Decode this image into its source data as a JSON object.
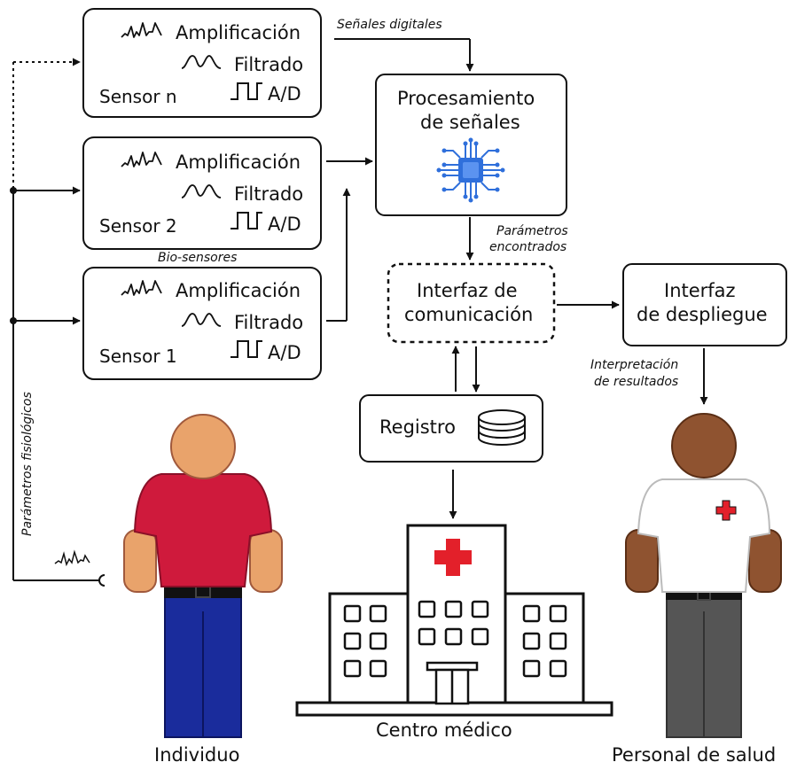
{
  "sensors": [
    {
      "name": "Sensor n",
      "steps": [
        "Amplificación",
        "Filtrado",
        "A/D"
      ]
    },
    {
      "name": "Sensor 2",
      "steps": [
        "Amplificación",
        "Filtrado",
        "A/D"
      ]
    },
    {
      "name": "Sensor 1",
      "steps": [
        "Amplificación",
        "Filtrado",
        "A/D"
      ]
    }
  ],
  "labels": {
    "digital_signals": "Señales digitales",
    "biosensors": "Bio-sensores",
    "physio_params": "Parámetros fisiológicos",
    "found_params_1": "Parámetros",
    "found_params_2": "encontrados",
    "interpretation_1": "Interpretación",
    "interpretation_2": "de resultados"
  },
  "blocks": {
    "processing_1": "Procesamiento",
    "processing_2": "de señales",
    "comm_1": "Interfaz de",
    "comm_2": "comunicación",
    "display_1": "Interfaz",
    "display_2": "de despliegue",
    "registry": "Registro"
  },
  "figures": {
    "individual": "Individuo",
    "medical_center": "Centro médico",
    "health_staff": "Personal de salud"
  },
  "colors": {
    "chip": "#2f6fdb",
    "cross": "#e3202a",
    "individual_shirt": "#cf1a3c",
    "individual_skin": "#e9a36b",
    "individual_pants": "#1a2c9c",
    "staff_skin": "#8f5330",
    "staff_shirt": "#ffffff",
    "staff_pants": "#555555"
  },
  "icons": [
    "waveform-icon",
    "sine-wave-icon",
    "square-wave-icon",
    "chip-icon",
    "database-icon",
    "medical-cross-icon",
    "hospital-icon",
    "person-icon"
  ]
}
